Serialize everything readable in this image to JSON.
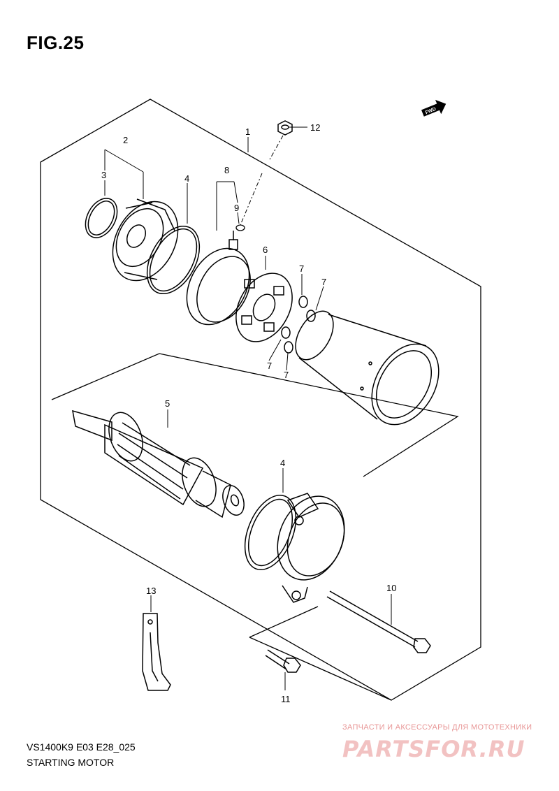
{
  "figure": {
    "title": "FIG.25",
    "code": "VS1400K9 E03 E28_025",
    "name": "STARTING MOTOR"
  },
  "fwd_badge": "FWD",
  "callouts": [
    {
      "id": "c1",
      "label": "1"
    },
    {
      "id": "c2",
      "label": "2"
    },
    {
      "id": "c3",
      "label": "3"
    },
    {
      "id": "c4a",
      "label": "4"
    },
    {
      "id": "c4b",
      "label": "4"
    },
    {
      "id": "c5",
      "label": "5"
    },
    {
      "id": "c6",
      "label": "6"
    },
    {
      "id": "c7a",
      "label": "7"
    },
    {
      "id": "c7b",
      "label": "7"
    },
    {
      "id": "c7c",
      "label": "7"
    },
    {
      "id": "c7d",
      "label": "7"
    },
    {
      "id": "c8",
      "label": "8"
    },
    {
      "id": "c9",
      "label": "9"
    },
    {
      "id": "c10",
      "label": "10"
    },
    {
      "id": "c11",
      "label": "11"
    },
    {
      "id": "c12",
      "label": "12"
    },
    {
      "id": "c13",
      "label": "13"
    }
  ],
  "watermark": {
    "caption": "ЗАПЧАСТИ И АКСЕССУАРЫ ДЛЯ МОТОТЕХНИКИ",
    "logo": "PARTSFOR.RU"
  }
}
